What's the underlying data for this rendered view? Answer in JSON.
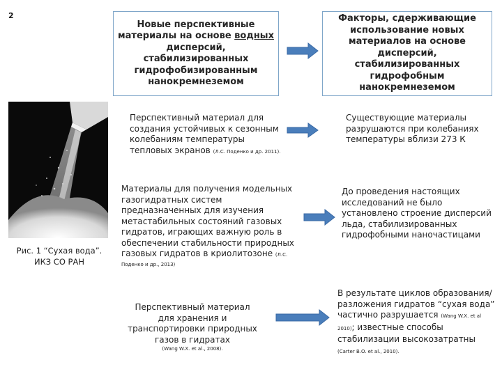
{
  "slide_number": "2",
  "header_left": {
    "before": "Новые перспективные материалы на основе ",
    "underlined": "водных",
    "after": " дисперсий, стабилизированных гидрофобизированным нанокремнеземом"
  },
  "header_right": "Факторы, сдерживающие использование новых материалов на основе дисперсий, стабилизированных гидрофобным нанокремнеземом",
  "photo_caption": {
    "line1": "Рис. 1 “Сухая вода”.",
    "line2": "ИКЗ СО РАН"
  },
  "rows": [
    {
      "left_text": "Перспективный материал для создания устойчивых к сезонным колебаниям температуры тепловых экранов",
      "left_cite": "(Л.С. Поденко и др. 2011).",
      "right_text": "Существующие материалы разрушаются при колебаниях температуры вблизи 273 К"
    },
    {
      "left_text": "Материалы для получения модельных газогидратных систем предназначенных для изучения метастабильных состояний газовых гидратов, играющих важную роль в обеспечении стабильности природных газовых гидратов в криолитозоне",
      "left_cite_inline": "(Л.С.",
      "left_cite": "Поденко и др., 2013)",
      "right_text": "До проведения настоящих исследований не было установлено строение дисперсий льда, стабилизированных гидрофобными наночастицами"
    },
    {
      "left_text": "Перспективный материал для хранения и транспортировки природных газов в гидратах",
      "left_cite": "(Wang W.X. et al., 2008).",
      "right_text_1": "В результате циклов образования/разложения гидратов “сухая вода” частично разрушается",
      "right_cite_inline": "(Wang W.X. et al 2010)",
      "right_text_2": "; известные способы стабилизации высокозатратны",
      "right_cite": "(Carter B.O. et al., 2010)."
    }
  ],
  "colors": {
    "arrow": "#4a7ebb",
    "box_border": "#7fa6c9"
  }
}
